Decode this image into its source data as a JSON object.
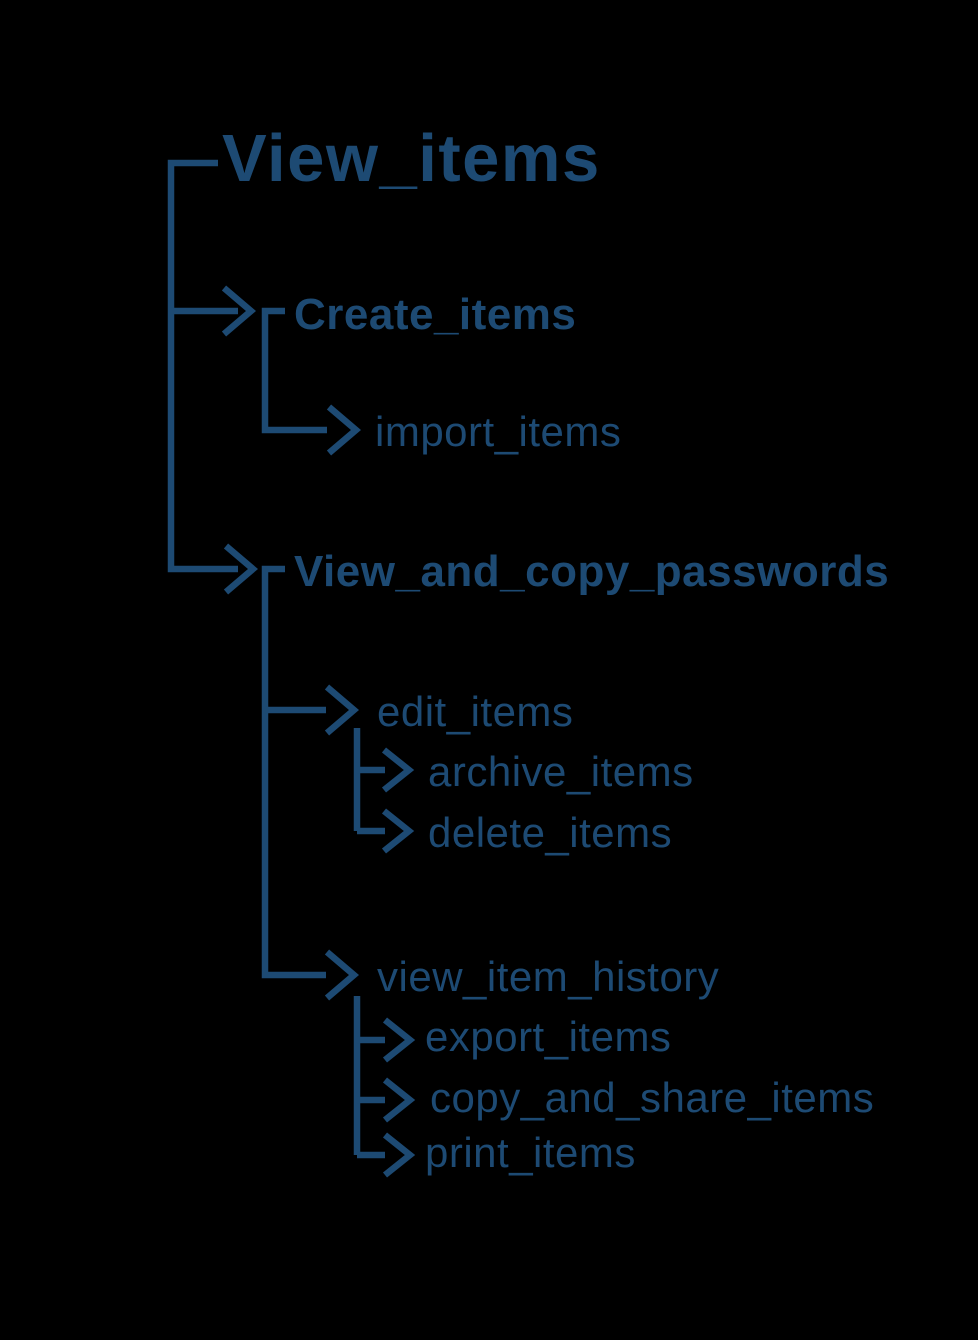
{
  "colors": {
    "background": "#000000",
    "accent": "#1d4a73"
  },
  "tree": {
    "root": {
      "label": "View_items"
    },
    "children": [
      {
        "label": "Create_items",
        "children": [
          {
            "label": "import_items"
          }
        ]
      },
      {
        "label": "View_and_copy_passwords",
        "children": [
          {
            "label": "edit_items",
            "children": [
              {
                "label": "archive_items"
              },
              {
                "label": "delete_items"
              }
            ]
          },
          {
            "label": "view_item_history",
            "children": [
              {
                "label": "export_items"
              },
              {
                "label": "copy_and_share_items"
              },
              {
                "label": "print_items"
              }
            ]
          }
        ]
      }
    ]
  }
}
